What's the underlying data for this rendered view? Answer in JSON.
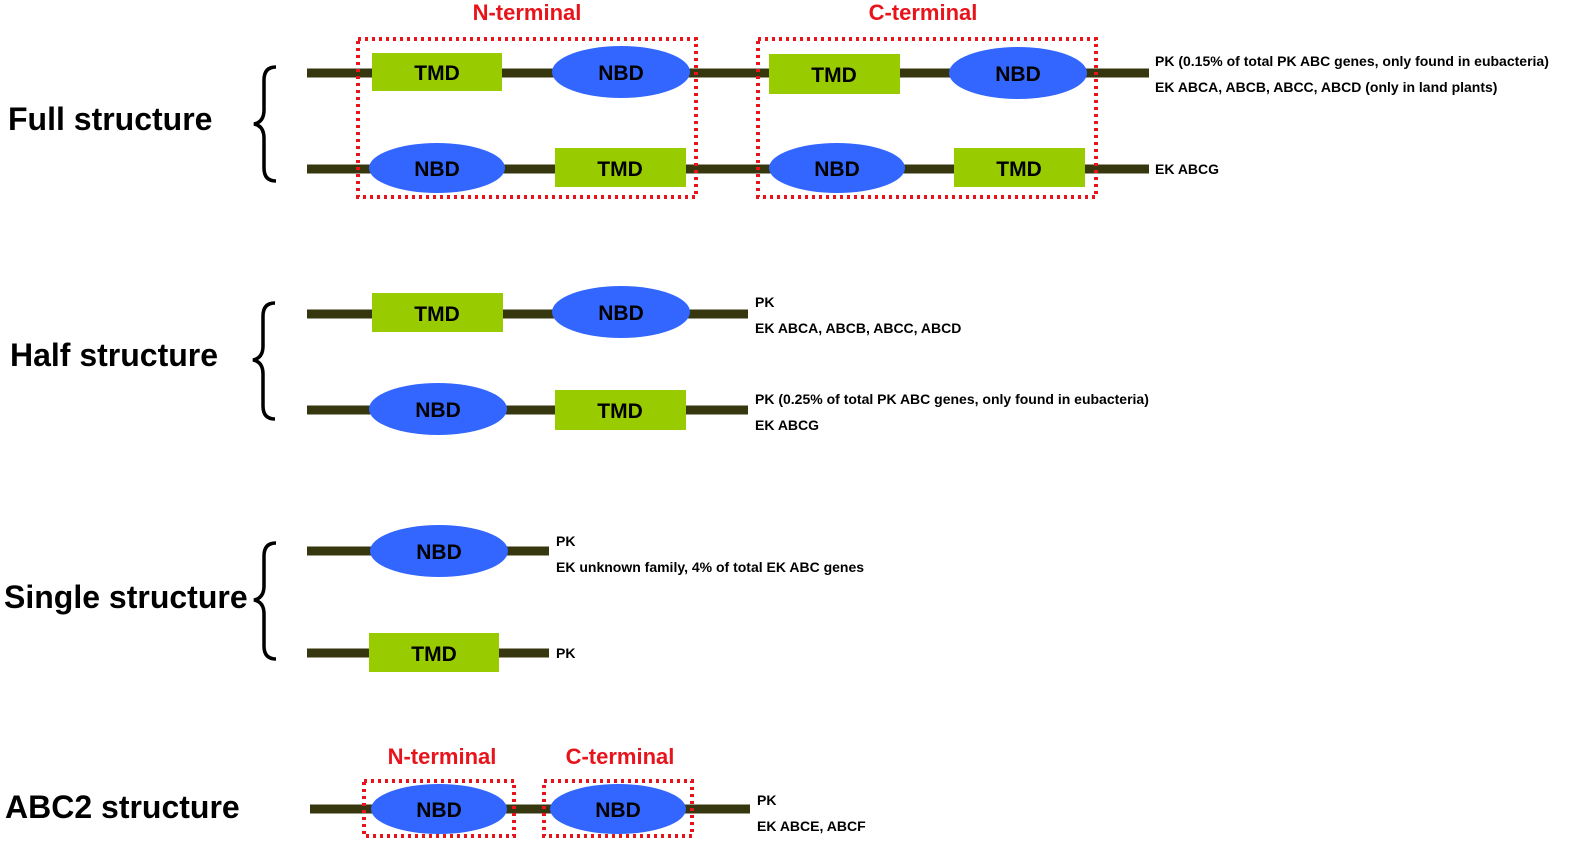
{
  "sections": {
    "full": "Full structure",
    "half": "Half structure",
    "single": "Single structure",
    "abc2": "ABC2 structure"
  },
  "terminals": {
    "n_terminal": "N-terminal",
    "c_terminal": "C-terminal"
  },
  "domains": {
    "tmd": "TMD",
    "nbd": "NBD"
  },
  "notes": {
    "full_row1_line1": "PK (0.15% of total PK ABC genes, only found in eubacteria)",
    "full_row1_line2": "EK ABCA, ABCB, ABCC, ABCD (only in land plants)",
    "full_row2_line1": "EK ABCG",
    "half_row1_line1": "PK",
    "half_row1_line2": "EK ABCA, ABCB, ABCC, ABCD",
    "half_row2_line1": "PK  (0.25% of total PK ABC genes, only found in eubacteria)",
    "half_row2_line2": "EK ABCG",
    "single_row1_line1": "PK",
    "single_row1_line2": "EK unknown family, 4% of total EK ABC genes",
    "single_row2_line1": "PK",
    "abc2_line1": "PK",
    "abc2_line2": "EK ABCE, ABCF"
  },
  "colors": {
    "tmd": "#99cc00",
    "nbd": "#3366ff",
    "backbone": "#36360f",
    "terminal": "#e8141b"
  }
}
